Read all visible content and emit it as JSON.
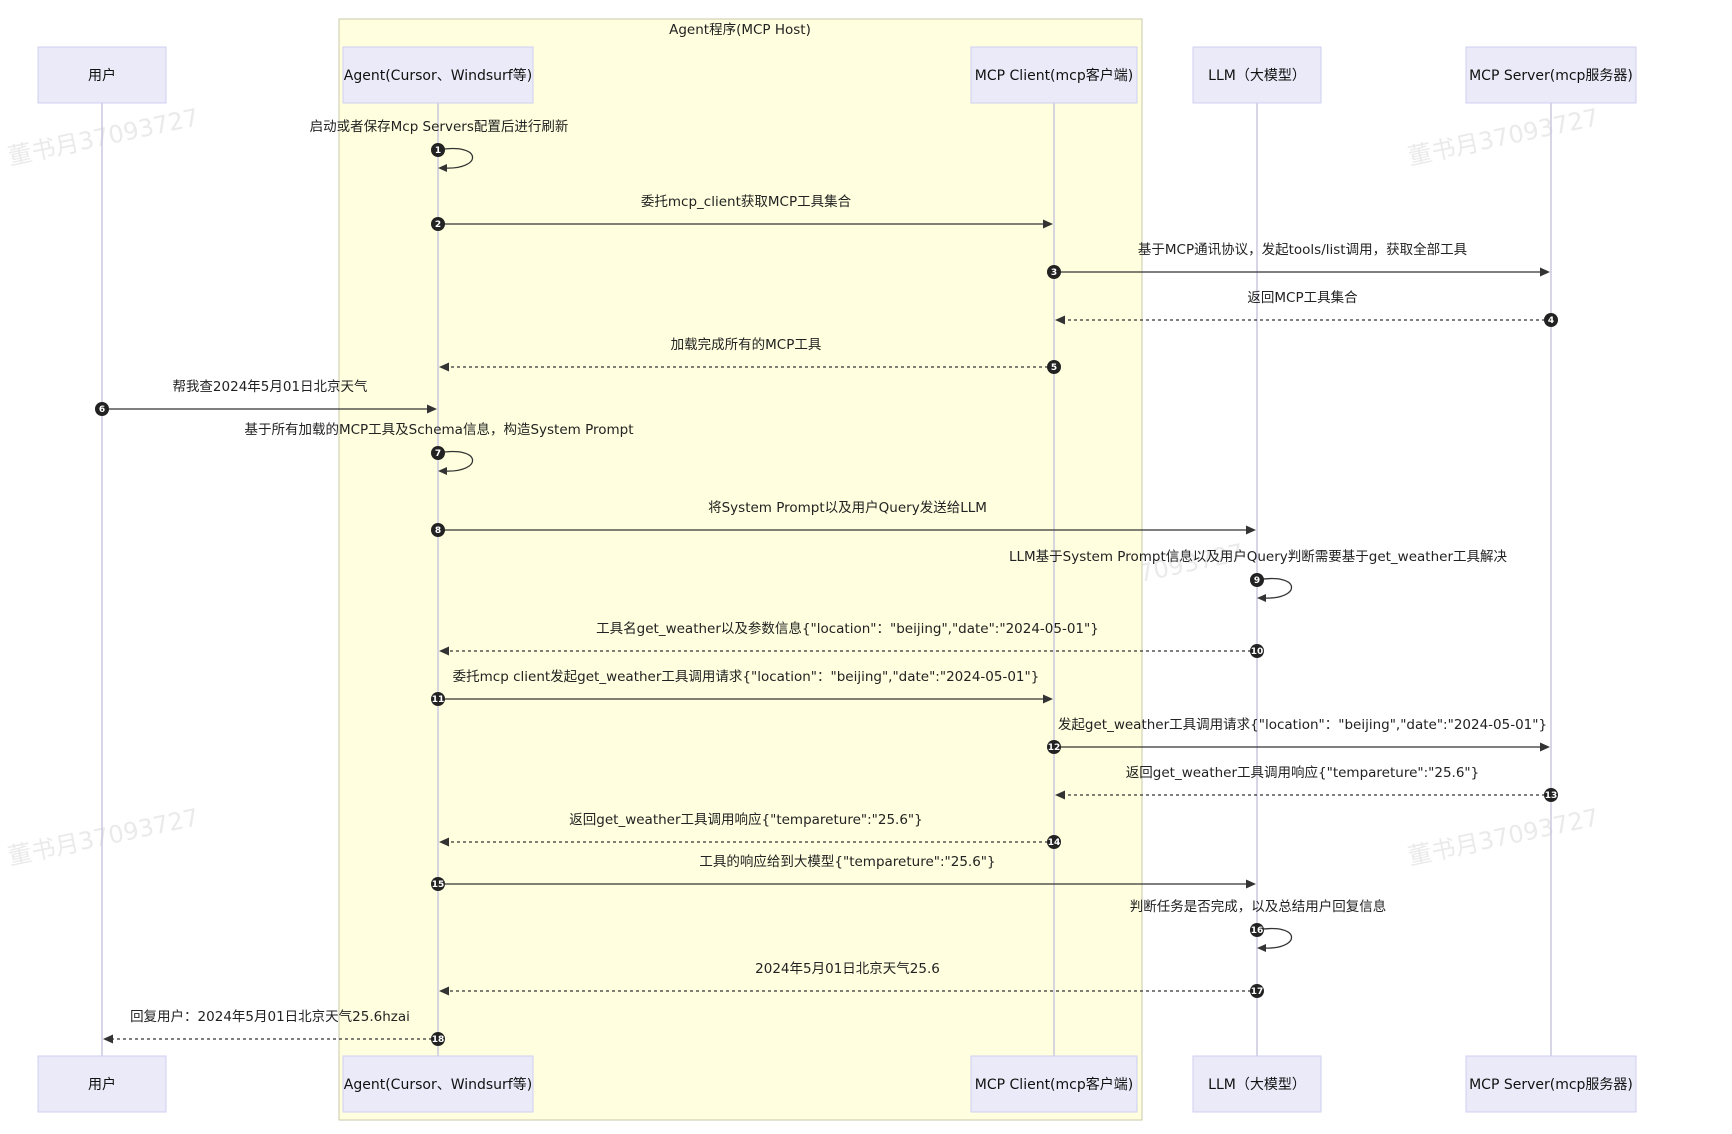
{
  "group": {
    "label": "Agent程序(MCP Host)"
  },
  "participants": [
    {
      "id": "user",
      "label": "用户"
    },
    {
      "id": "agent",
      "label": "Agent(Cursor、Windsurf等)"
    },
    {
      "id": "client",
      "label": "MCP Client(mcp客户端)"
    },
    {
      "id": "llm",
      "label": "LLM（大模型）"
    },
    {
      "id": "server",
      "label": "MCP Server(mcp服务器)"
    }
  ],
  "messages": [
    {
      "n": "1",
      "from": "agent",
      "to": "agent",
      "style": "self",
      "label": "启动或者保存Mcp Servers配置后进行刷新"
    },
    {
      "n": "2",
      "from": "agent",
      "to": "client",
      "style": "solid",
      "label": "委托mcp_client获取MCP工具集合"
    },
    {
      "n": "3",
      "from": "client",
      "to": "server",
      "style": "solid",
      "label": "基于MCP通讯协议，发起tools/list调用，获取全部工具"
    },
    {
      "n": "4",
      "from": "server",
      "to": "client",
      "style": "dashed",
      "label": "返回MCP工具集合"
    },
    {
      "n": "5",
      "from": "client",
      "to": "agent",
      "style": "dashed",
      "label": "加载完成所有的MCP工具"
    },
    {
      "n": "6",
      "from": "user",
      "to": "agent",
      "style": "solid",
      "label": "帮我查2024年5月01日北京天气"
    },
    {
      "n": "7",
      "from": "agent",
      "to": "agent",
      "style": "self",
      "label": "基于所有加载的MCP工具及Schema信息，构造System Prompt"
    },
    {
      "n": "8",
      "from": "agent",
      "to": "llm",
      "style": "solid",
      "label": "将System Prompt以及用户Query发送给LLM"
    },
    {
      "n": "9",
      "from": "llm",
      "to": "llm",
      "style": "self",
      "label": "LLM基于System Prompt信息以及用户Query判断需要基于get_weather工具解决"
    },
    {
      "n": "10",
      "from": "llm",
      "to": "agent",
      "style": "dashed",
      "label": "工具名get_weather以及参数信息{\"location\"：\"beijing\",\"date\":\"2024-05-01\"}"
    },
    {
      "n": "11",
      "from": "agent",
      "to": "client",
      "style": "solid",
      "label": "委托mcp client发起get_weather工具调用请求{\"location\"：\"beijing\",\"date\":\"2024-05-01\"}"
    },
    {
      "n": "12",
      "from": "client",
      "to": "server",
      "style": "solid",
      "label": "发起get_weather工具调用请求{\"location\"：\"beijing\",\"date\":\"2024-05-01\"}"
    },
    {
      "n": "13",
      "from": "server",
      "to": "client",
      "style": "dashed",
      "label": "返回get_weather工具调用响应{\"tempareture\":\"25.6\"}"
    },
    {
      "n": "14",
      "from": "client",
      "to": "agent",
      "style": "dashed",
      "label": "返回get_weather工具调用响应{\"tempareture\":\"25.6\"}"
    },
    {
      "n": "15",
      "from": "agent",
      "to": "llm",
      "style": "solid",
      "label": "工具的响应给到大模型{\"tempareture\":\"25.6\"}"
    },
    {
      "n": "16",
      "from": "llm",
      "to": "llm",
      "style": "self",
      "label": "判断任务是否完成，以及总结用户回复信息"
    },
    {
      "n": "17",
      "from": "llm",
      "to": "agent",
      "style": "dashed",
      "label": "2024年5月01日北京天气25.6"
    },
    {
      "n": "18",
      "from": "agent",
      "to": "user",
      "style": "dashed",
      "label": "回复用户：2024年5月01日北京天气25.6hzai"
    }
  ],
  "watermark": "董书月37093727",
  "colors": {
    "group_fill": "#ffffdf",
    "participant_fill": "#eaeaf9",
    "line": "#333333"
  }
}
